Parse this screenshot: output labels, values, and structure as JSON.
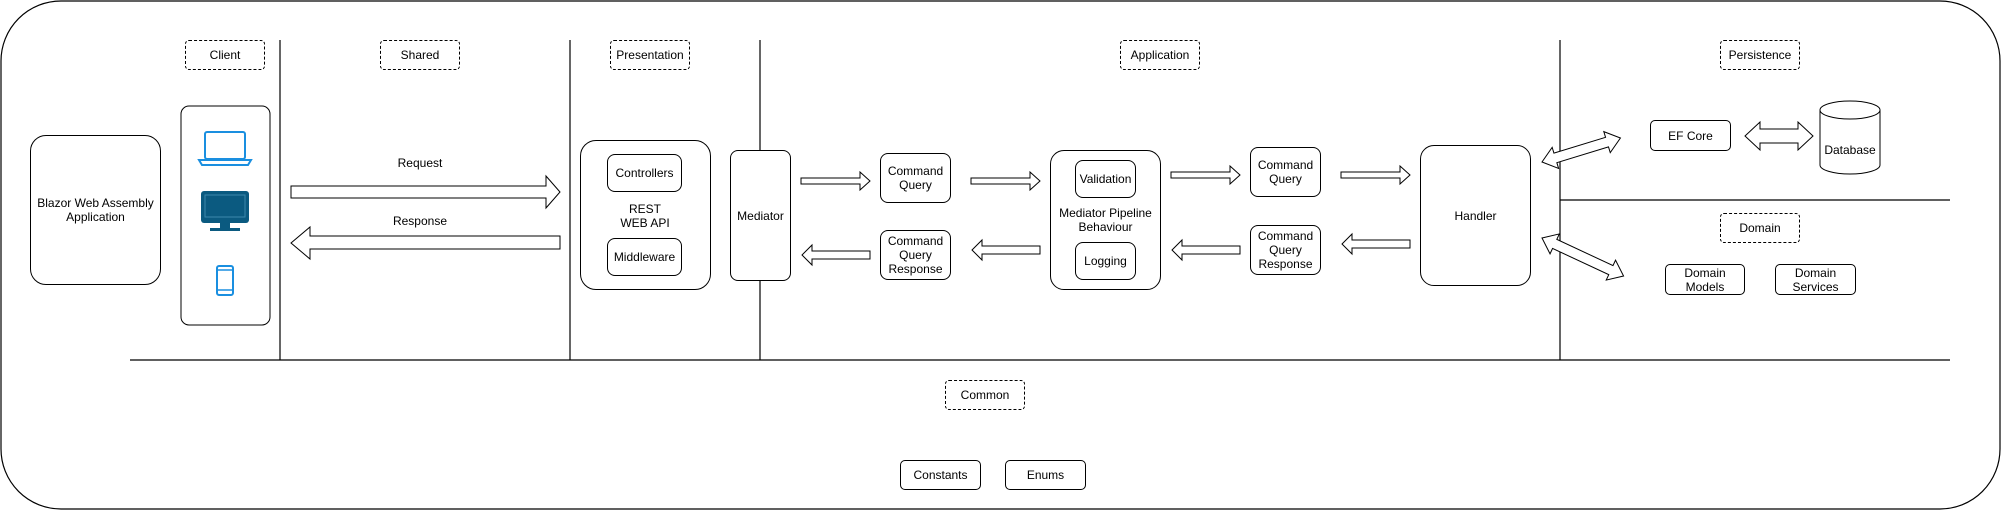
{
  "layers": {
    "client": "Client",
    "shared": "Shared",
    "presentation": "Presentation",
    "application": "Application",
    "persistence": "Persistence",
    "domain": "Domain",
    "common": "Common"
  },
  "client": {
    "app": "Blazor Web Assembly\nApplication",
    "devices": [
      "laptop-icon",
      "desktop-monitor-icon",
      "mobile-phone-icon"
    ],
    "icon_colors": {
      "laptop": "#1a8fe0",
      "monitor": "#0b5a80",
      "phone": "#1a8fe0"
    }
  },
  "shared": {
    "request": "Request",
    "response": "Response"
  },
  "presentation": {
    "controllers": "Controllers",
    "api": "REST\nWEB API",
    "middleware": "Middleware"
  },
  "application": {
    "mediator": "Mediator",
    "command_query_in": "Command\nQuery",
    "command_query_response_out": "Command\nQuery\nResponse",
    "validation": "Validation",
    "pipeline": "Mediator Pipeline\nBehaviour",
    "logging": "Logging",
    "command_query_handler_in": "Command\nQuery",
    "command_query_response_handler": "Command\nQuery\nResponse",
    "handler": "Handler"
  },
  "persistence": {
    "ef_core": "EF Core",
    "database": "Database"
  },
  "domain": {
    "models": "Domain\nModels",
    "services": "Domain\nServices"
  },
  "common": {
    "constants": "Constants",
    "enums": "Enums"
  }
}
